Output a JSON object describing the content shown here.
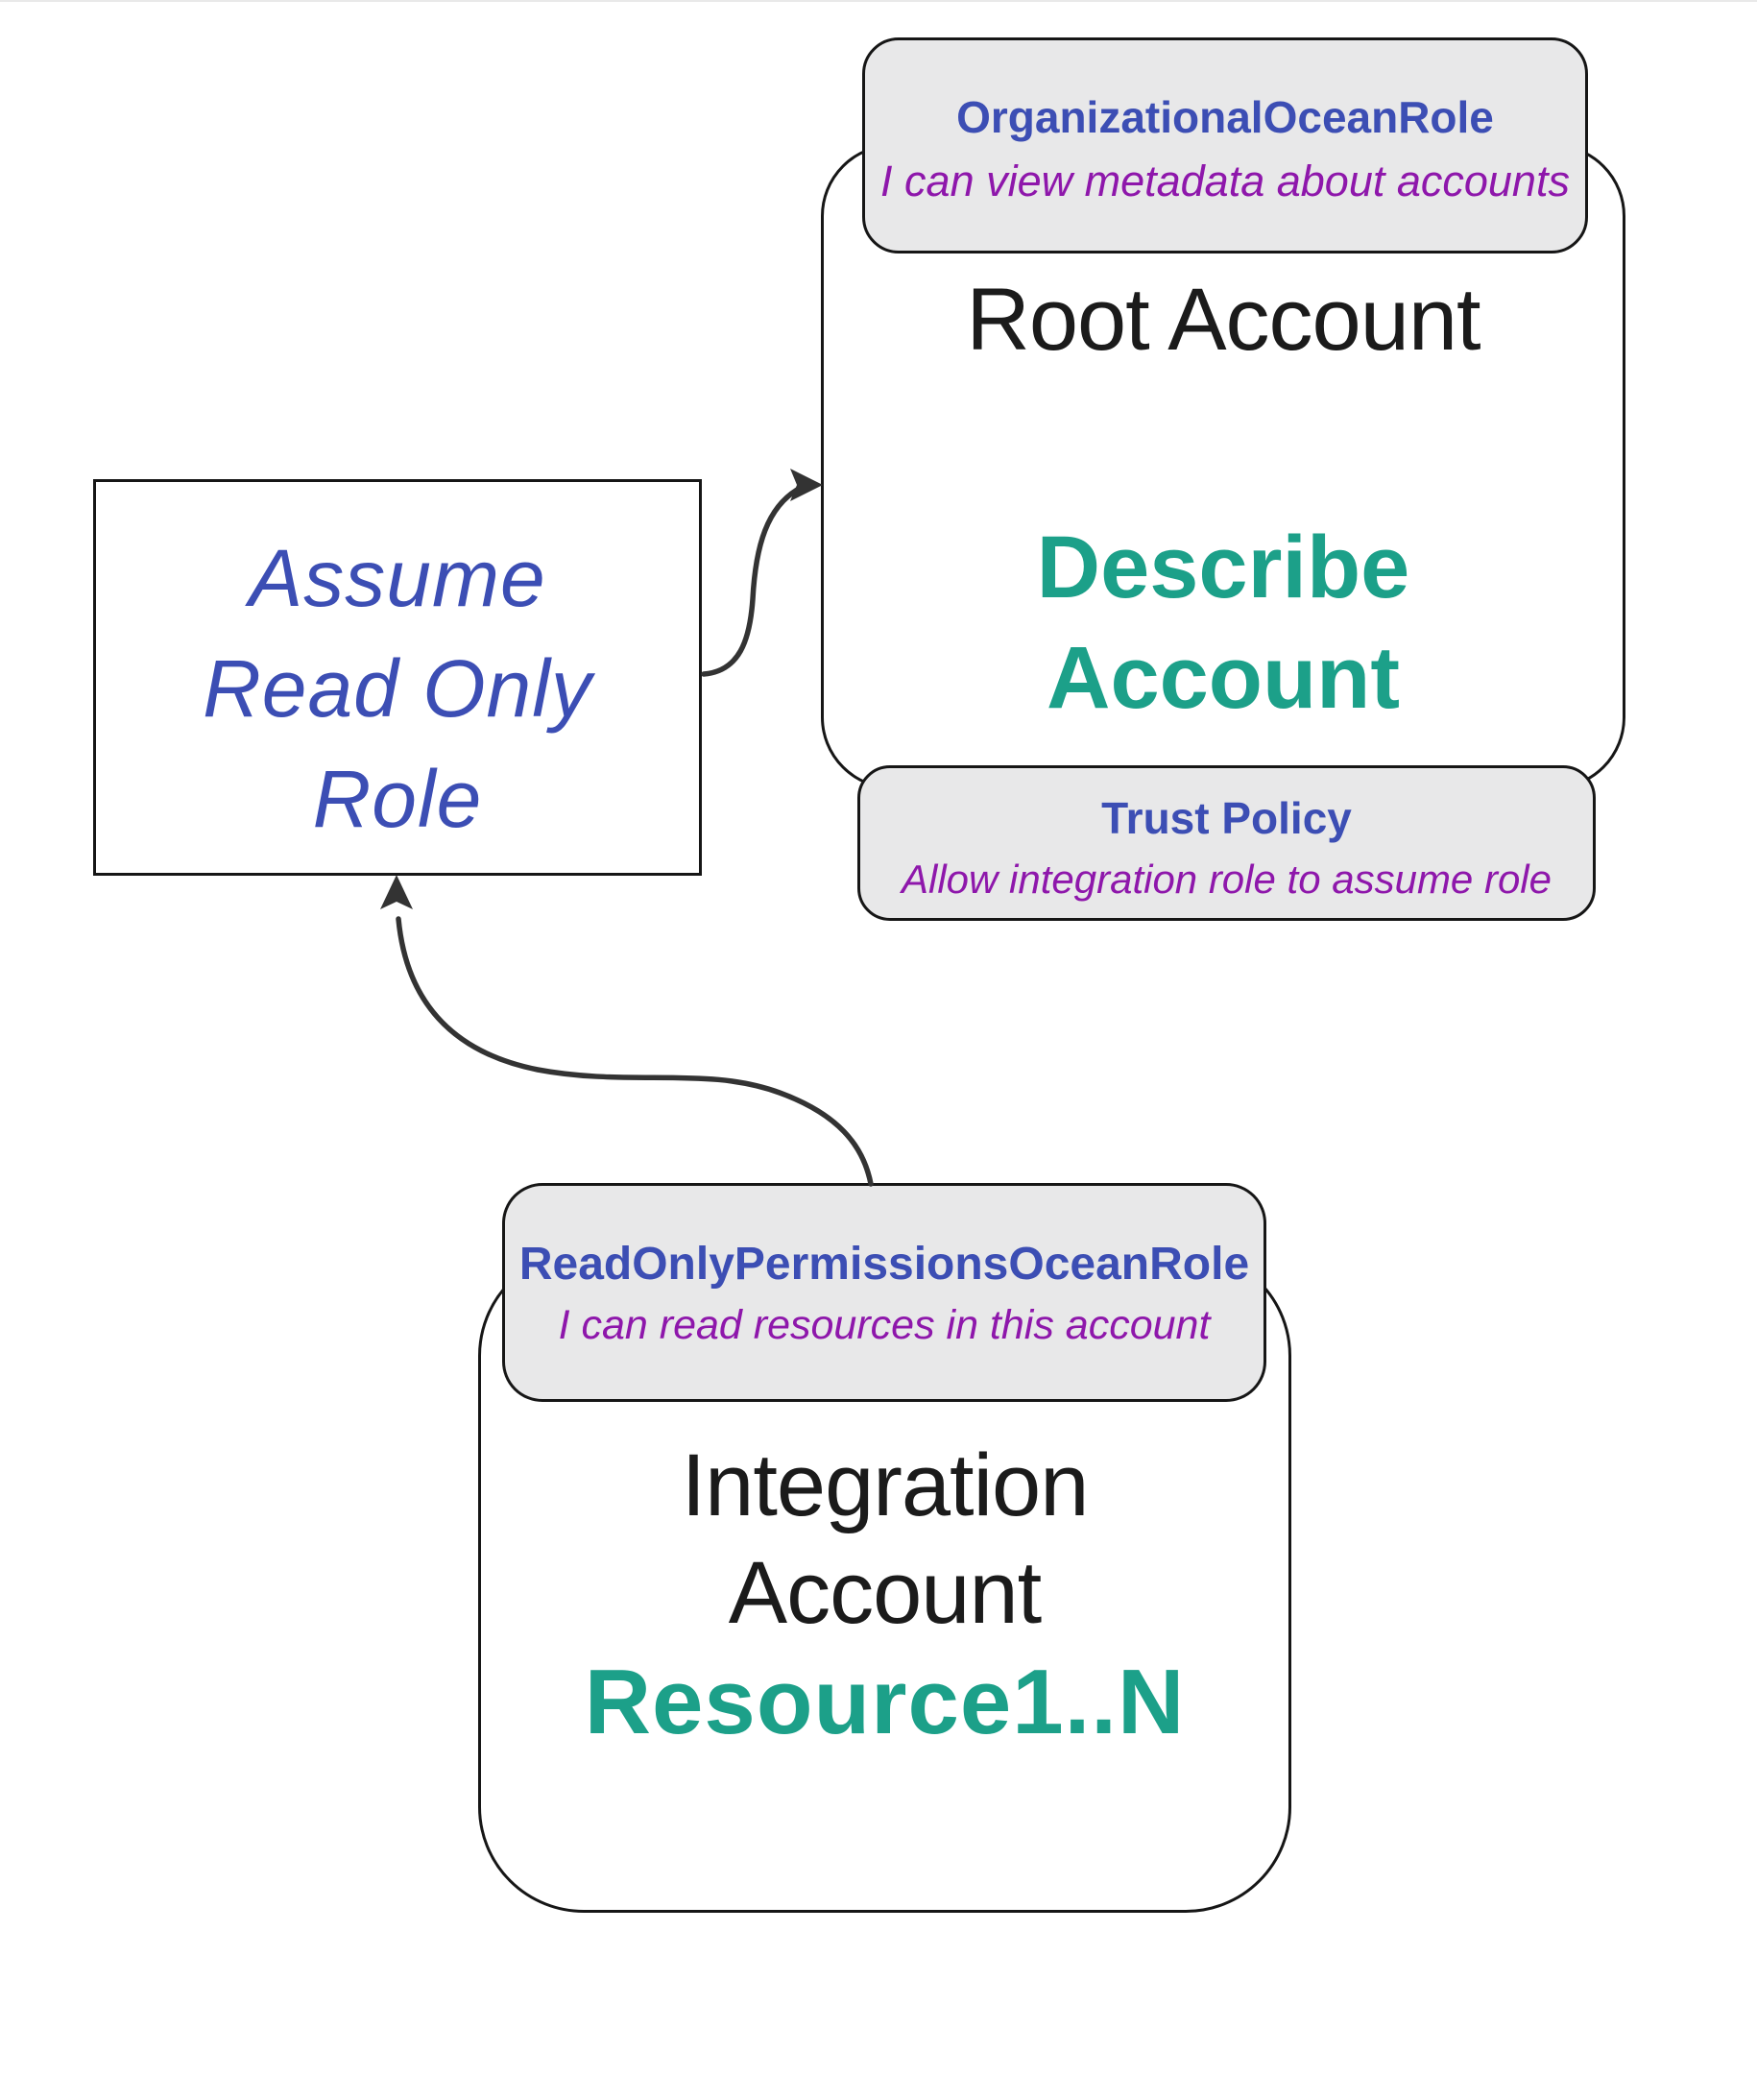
{
  "diagram": {
    "root_account": {
      "role_badge": {
        "name": "OrganizationalOceanRole",
        "description": "I can view metadata about accounts"
      },
      "title": "Root Account",
      "action": {
        "line1": "Describe",
        "line2": "Account"
      },
      "trust_badge": {
        "name": "Trust Policy",
        "description": "Allow integration role to assume role"
      }
    },
    "assume_role_box": {
      "line1": "Assume",
      "line2": "Read Only",
      "line3": "Role"
    },
    "integration_account": {
      "role_badge": {
        "name": "ReadOnlyPermissionsOceanRole",
        "description": "I can read resources in this account"
      },
      "title": {
        "line1": "Integration",
        "line2": "Account"
      },
      "resources": "Resource1..N"
    },
    "colors": {
      "role_name_blue": "#3c4eb4",
      "description_purple": "#8e17ab",
      "action_teal": "#1ca089",
      "text_black": "#1b1b1b",
      "badge_gray": "#e8e8e9",
      "border_black": "#161616",
      "arrow_dark": "#333333"
    }
  }
}
